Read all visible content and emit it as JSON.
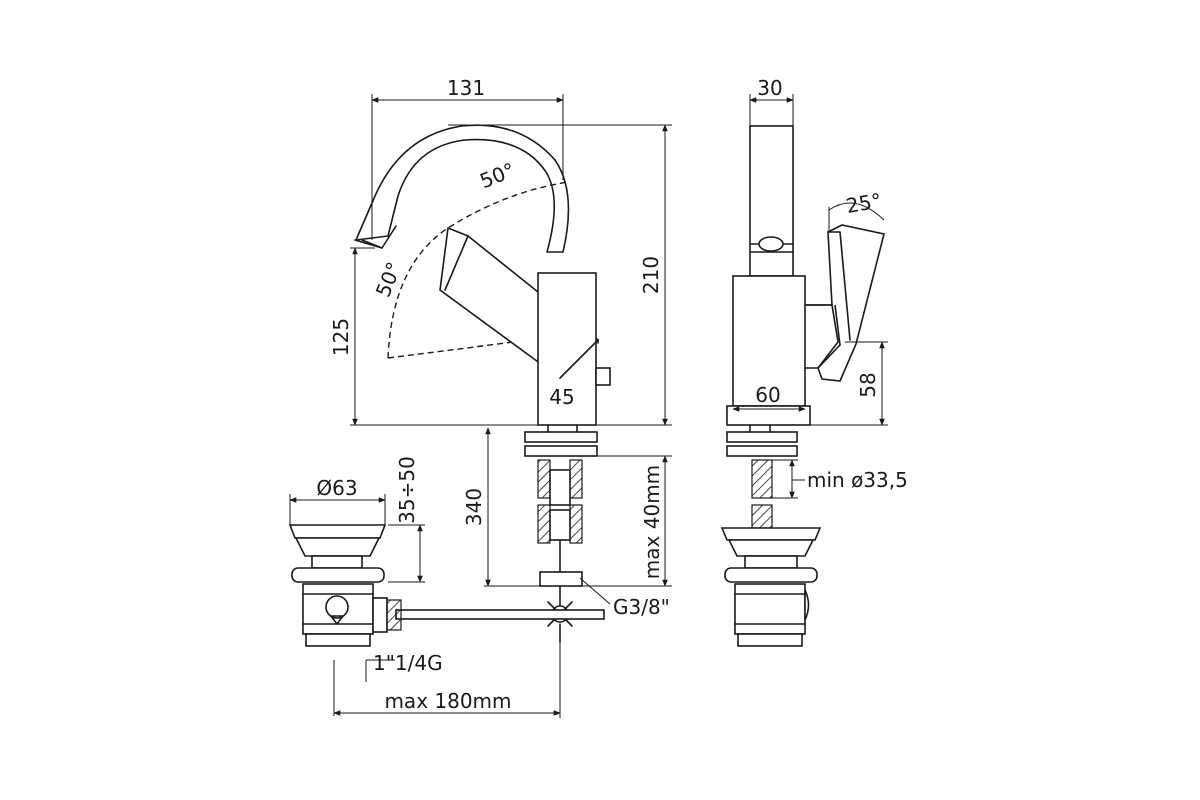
{
  "front_view": {
    "dim_spout_reach": "131",
    "angle_spout": "50°",
    "angle_lever": "50°",
    "dim_total_height": "210",
    "dim_spout_height": "125",
    "dim_body_width": "45"
  },
  "side_view": {
    "dim_spout_width": "30",
    "angle_lever": "25°",
    "dim_body_depth": "60",
    "dim_lever_height": "58",
    "dim_hole": "min ø33,5"
  },
  "supply": {
    "dim_hose_length": "340",
    "dim_max_thickness": "max 40mm",
    "thread": "G3/8\""
  },
  "waste": {
    "dim_diameter": "Ø63",
    "dim_height": "35÷50",
    "thread": "1\"1/4G",
    "dim_max_rod": "max 180mm"
  }
}
